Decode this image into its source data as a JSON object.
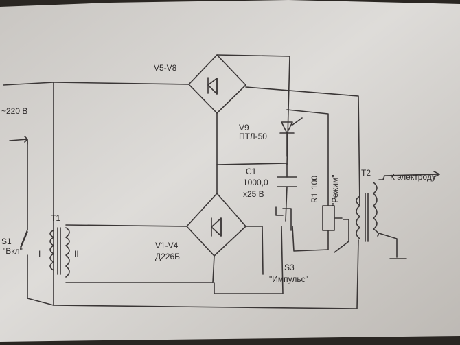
{
  "labels": {
    "mains": "~220 В",
    "s1": "S1",
    "s1_name": "\"Вкл\"",
    "t1": "T1",
    "winding_1": "I",
    "winding_2": "II",
    "v5v8": "V5-V8",
    "v9": "V9",
    "v9_type": "ПТЛ-50",
    "c1": "C1",
    "c1_value": "1000,0",
    "c1_voltage": "x25 В",
    "v1v4": "V1-V4",
    "v1v4_type": "Д226Б",
    "r1": "R1",
    "r1_value": "100",
    "r1_name": "\"Режим\"",
    "s3": "S3",
    "s3_name": "\"Импульс\"",
    "t2": "T2",
    "electrode": "К электроду"
  },
  "colors": {
    "paper": "#dcdad7",
    "ink": "#2e2b2b",
    "background": "#2a2622"
  }
}
